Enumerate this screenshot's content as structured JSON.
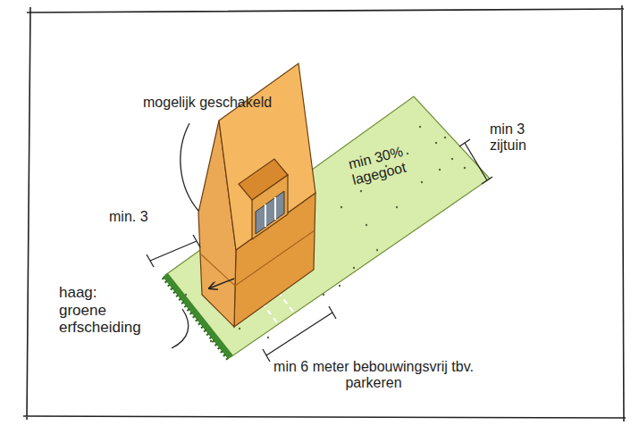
{
  "diagram": {
    "labels": [
      "mogelijk geschakeld",
      "min 3 zijtuin",
      "min 30% lagegoot",
      "min. 3",
      "haag: groene erfscheiding",
      "min 6 meter bebouwingsvrij tbv. parkeren"
    ]
  }
}
